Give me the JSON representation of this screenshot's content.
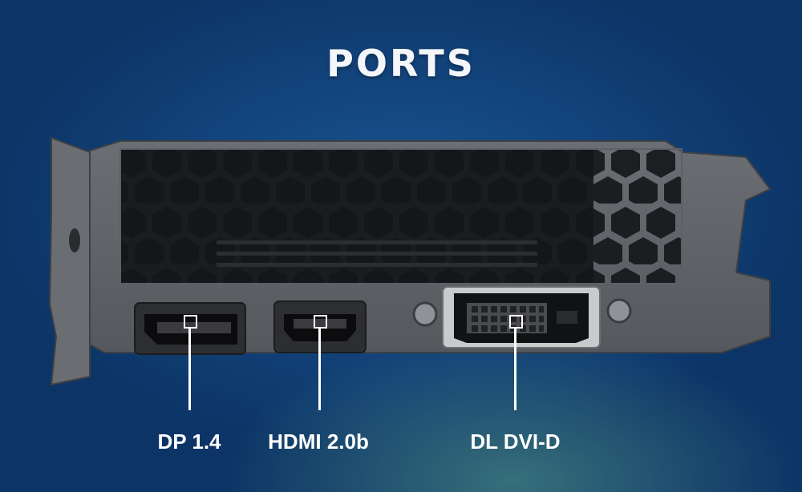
{
  "title": "PORTS",
  "ports": [
    {
      "label": "DP 1.4"
    },
    {
      "label": "HDMI 2.0b"
    },
    {
      "label": "DL DVI-D"
    }
  ],
  "colors": {
    "background": "#0c3466",
    "bracket": "#5e6166",
    "label": "#ffffff"
  }
}
